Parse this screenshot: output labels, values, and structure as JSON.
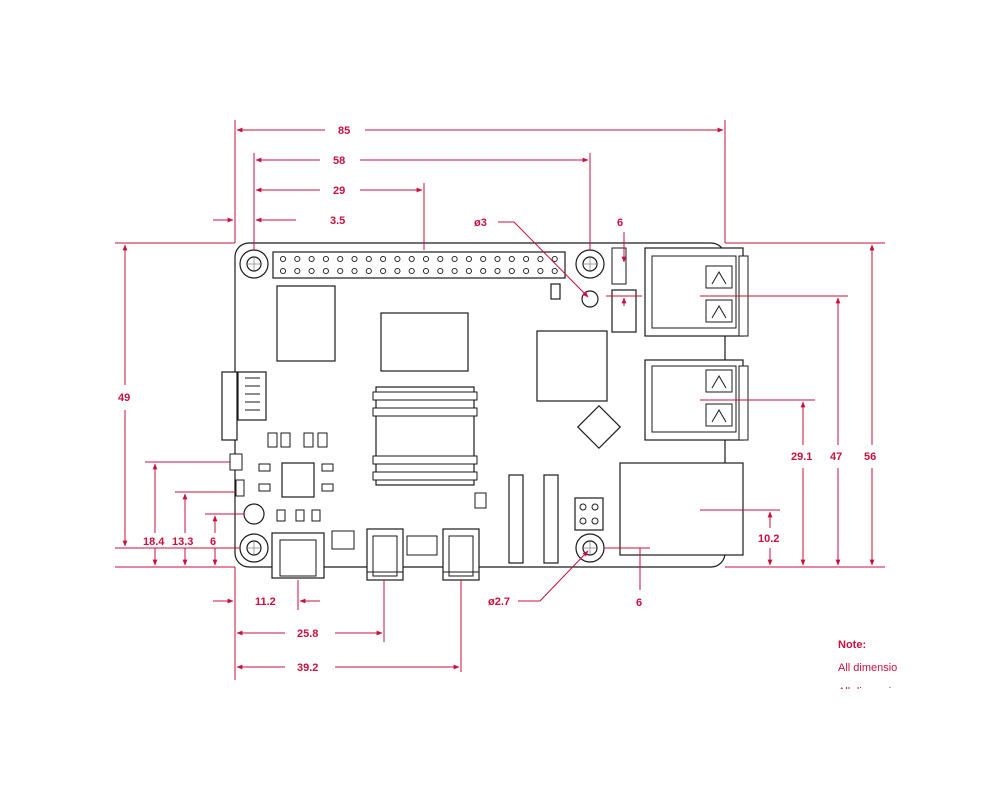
{
  "colors": {
    "dimension": "#c8103e",
    "outline": "#1a1a1a",
    "background": "#ffffff"
  },
  "dimensions": {
    "board_width": "85",
    "header_span": "58",
    "header_center": "29",
    "hole_offset_x": "3.5",
    "top_hole_dia": "ø3",
    "bottom_hole_dia": "ø2.7",
    "left_total_height": "49",
    "usb_c_offset": "11.2",
    "hdmi0_offset": "25.8",
    "hdmi1_offset": "39.2",
    "left_18_4": "18.4",
    "left_13_3": "13.3",
    "left_6": "6",
    "right_29_1": "29.1",
    "right_47": "47",
    "right_56": "56",
    "ethernet_10_2": "10.2",
    "top_connector_6": "6",
    "bottom_hole_6": "6"
  },
  "note": {
    "title": "Note:",
    "line1": "All dimensio",
    "line2": "All dimensio"
  }
}
